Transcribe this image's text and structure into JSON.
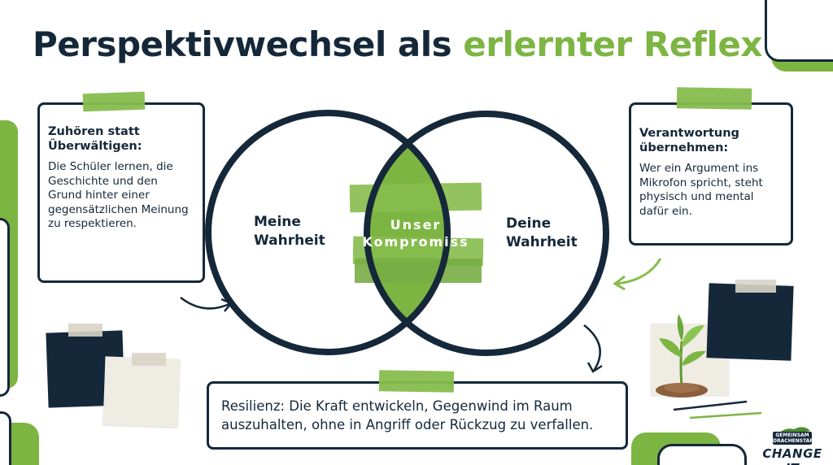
{
  "title": {
    "part1": "Perspektivwechsel als",
    "part2": "erlernter Reflex"
  },
  "colors": {
    "navy": "#15283a",
    "green": "#7db543",
    "paper": "#f1efe7"
  },
  "left_box": {
    "heading": "Zuhören statt Überwältigen:",
    "body": "Die Schüler lernen, die Geschichte und den Grund hinter einer gegensätzlichen Meinung zu respektieren."
  },
  "right_box": {
    "heading": "Verantwortung übernehmen:",
    "body": "Wer ein Argument ins Mikrofon spricht, steht physisch und mental dafür ein."
  },
  "venn": {
    "left_label": "Meine\nWahrheit",
    "right_label": "Deine\nWahrheit",
    "center_label": "Unser\nKompromiss"
  },
  "bottom_box": {
    "body": "Resilienz: Die Kraft entwickeln, Gegenwind im Raum auszuhalten, ohne in Angriff oder Rückzug zu verfallen."
  },
  "logo": {
    "top": "GEMEINSAM DRACHENSTARK",
    "name": "CHANGE IT"
  },
  "icons": {
    "plant": "plant-sprout-icon",
    "arrows": "curved-arrow-icon"
  }
}
